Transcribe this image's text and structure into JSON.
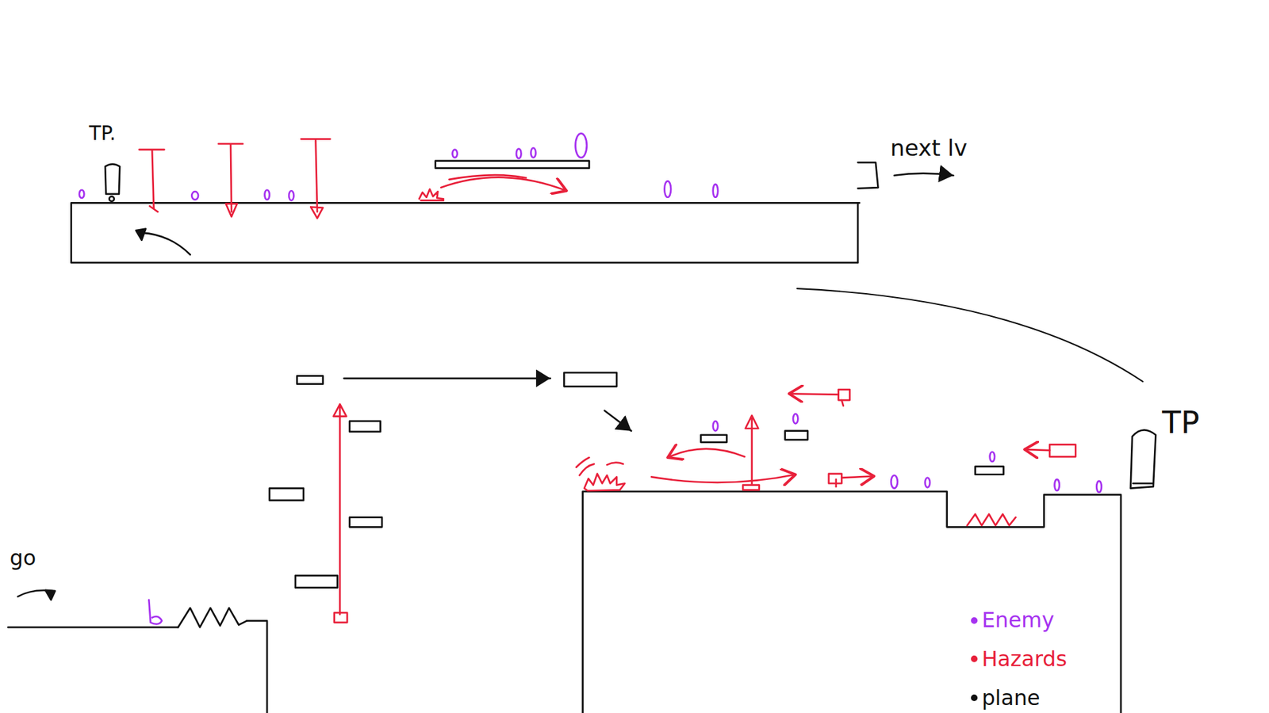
{
  "diagram": {
    "labels": [
      "TP.",
      "next lv",
      "go",
      "TP"
    ],
    "legend": [
      {
        "text": "Enemy",
        "color": "#a632f0"
      },
      {
        "text": "Hazards",
        "color": "#e8203a"
      },
      {
        "text": "plane",
        "color": "#111111"
      }
    ]
  }
}
